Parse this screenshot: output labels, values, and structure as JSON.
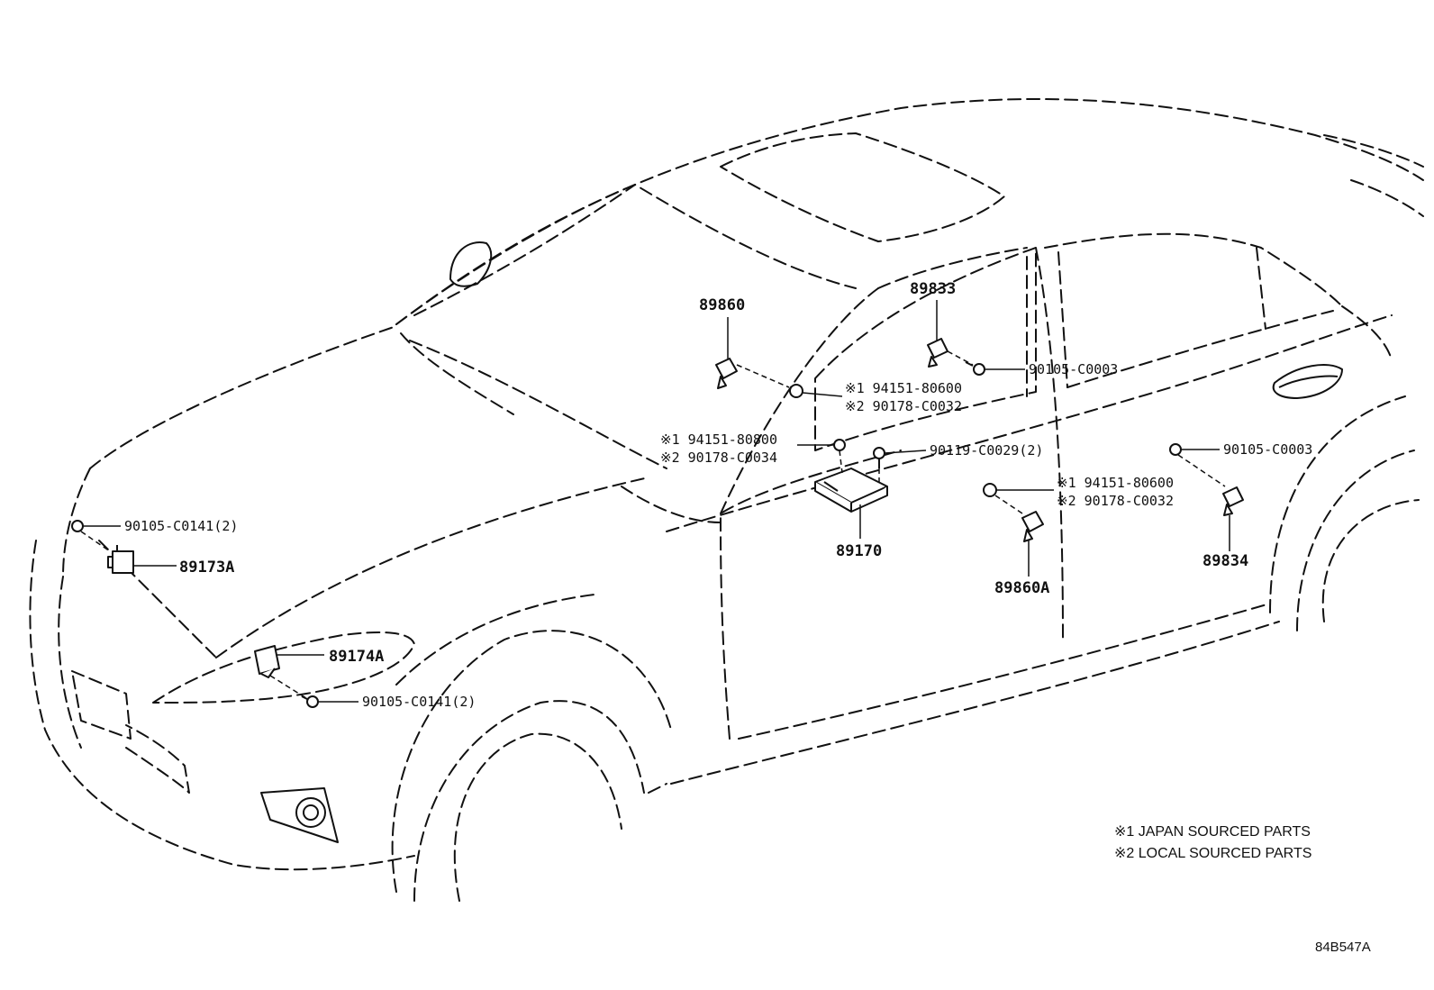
{
  "labels": {
    "p89860": "89860",
    "p89833": "89833",
    "p89170": "89170",
    "p89860A": "89860A",
    "p89834": "89834",
    "p89173A": "89173A",
    "p89174A": "89174A",
    "bolt_upper_right": "90105-C0003",
    "bolt_rear": "90105-C0003",
    "bolt_front_upper": "90105-C0141(2)",
    "bolt_front_lower": "90105-C0141(2)",
    "bolt_center": "90119-C0029(2)",
    "nut_a_1": "※1 94151-80600",
    "nut_a_2": "※2 90178-C0032",
    "nut_b_1": "※1 94151-80800",
    "nut_b_2": "※2 90178-C0034",
    "nut_c_1": "※1 94151-80600",
    "nut_c_2": "※2 90178-C0032"
  },
  "notes": {
    "japan": "※1 JAPAN SOURCED PARTS",
    "local": "※2 LOCAL SOURCED PARTS"
  },
  "figure_id": "84B547A"
}
